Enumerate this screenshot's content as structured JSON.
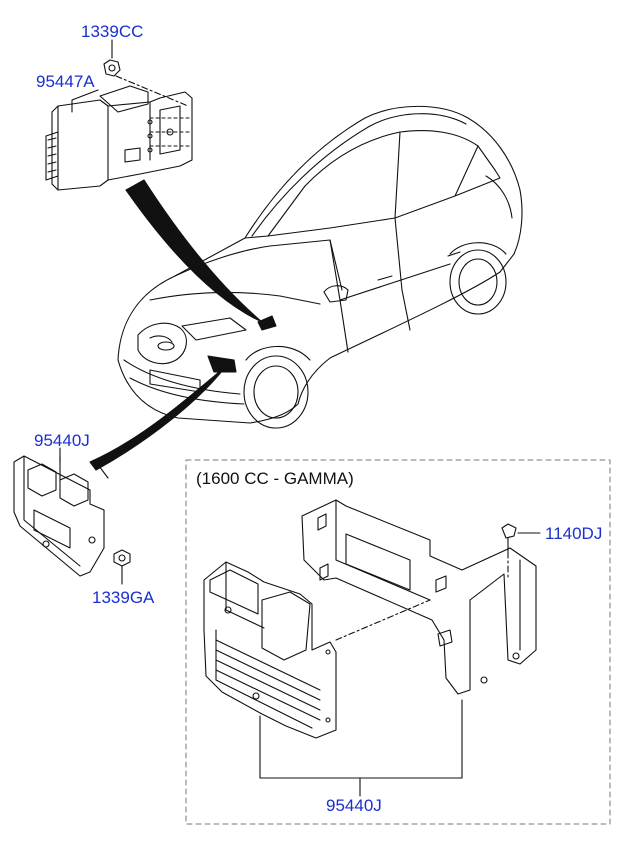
{
  "parts": {
    "nut_top": "1339CC",
    "module_top": "95447A",
    "module_left": "95440J",
    "nut_bottom": "1339GA",
    "bolt": "1140DJ",
    "ecu": "95440J"
  },
  "group": {
    "label": "(1600 CC - GAMMA)"
  },
  "colors": {
    "label_blue": "#1a2fd0",
    "line": "#111111",
    "dash_box": "#777777"
  }
}
